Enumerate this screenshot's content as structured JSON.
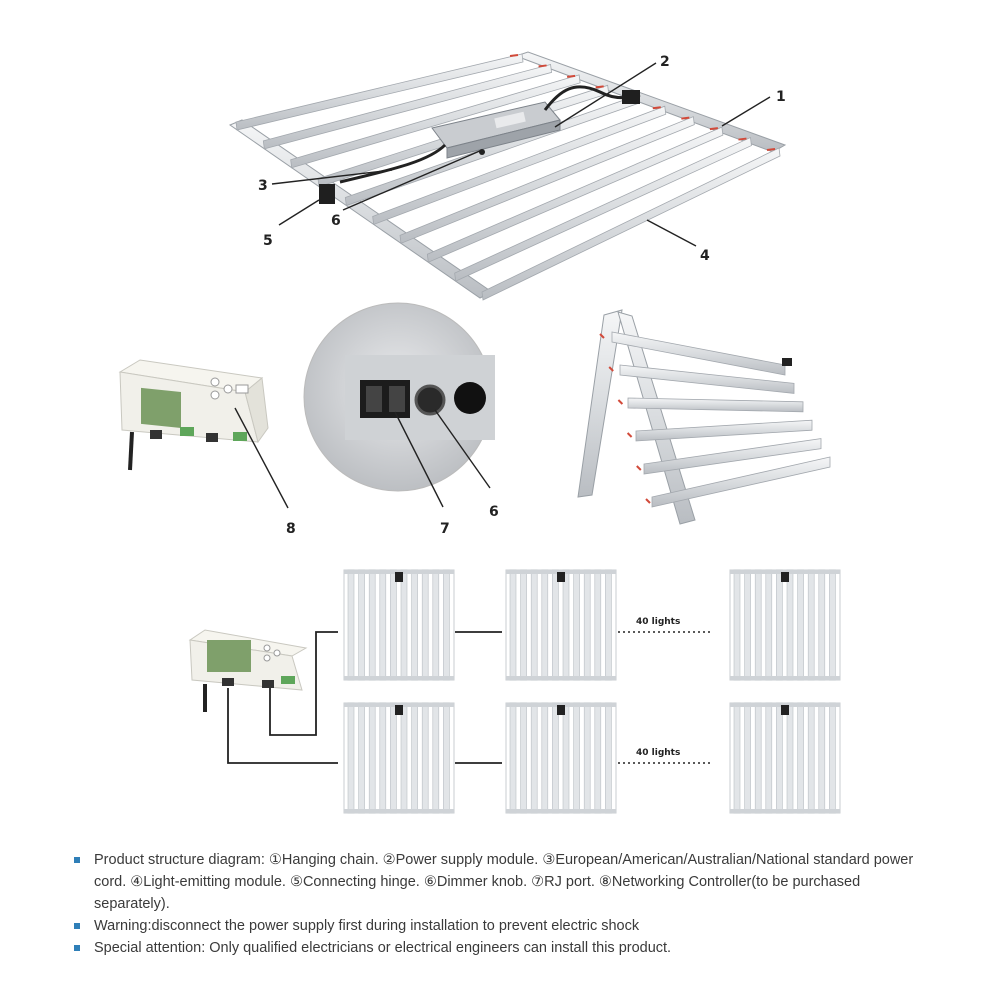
{
  "callouts": {
    "c1": "1",
    "c2": "2",
    "c3": "3",
    "c4": "4",
    "c5": "5",
    "c6": "6",
    "c6b": "6",
    "c7": "7",
    "c8": "8"
  },
  "network": {
    "row1_label": "40 lights",
    "row2_label": "40 lights"
  },
  "notes": [
    "Product structure diagram: ①Hanging chain. ②Power supply module. ③European/American/Australian/National standard power cord. ④Light-emitting module. ⑤Connecting hinge. ⑥Dimmer knob. ⑦RJ port. ⑧Networking Controller(to be purchased separately).",
    "Warning:disconnect the power supply first during installation to prevent electric shock",
    "Special attention: Only qualified electricians or electrical engineers can install this product."
  ],
  "colors": {
    "bullet": "#2f7fb8",
    "bar": "#dfe2e6",
    "bar_edge": "#9aa0a6",
    "red_accent": "#d24a3a",
    "controller": "#f1f0ea"
  }
}
